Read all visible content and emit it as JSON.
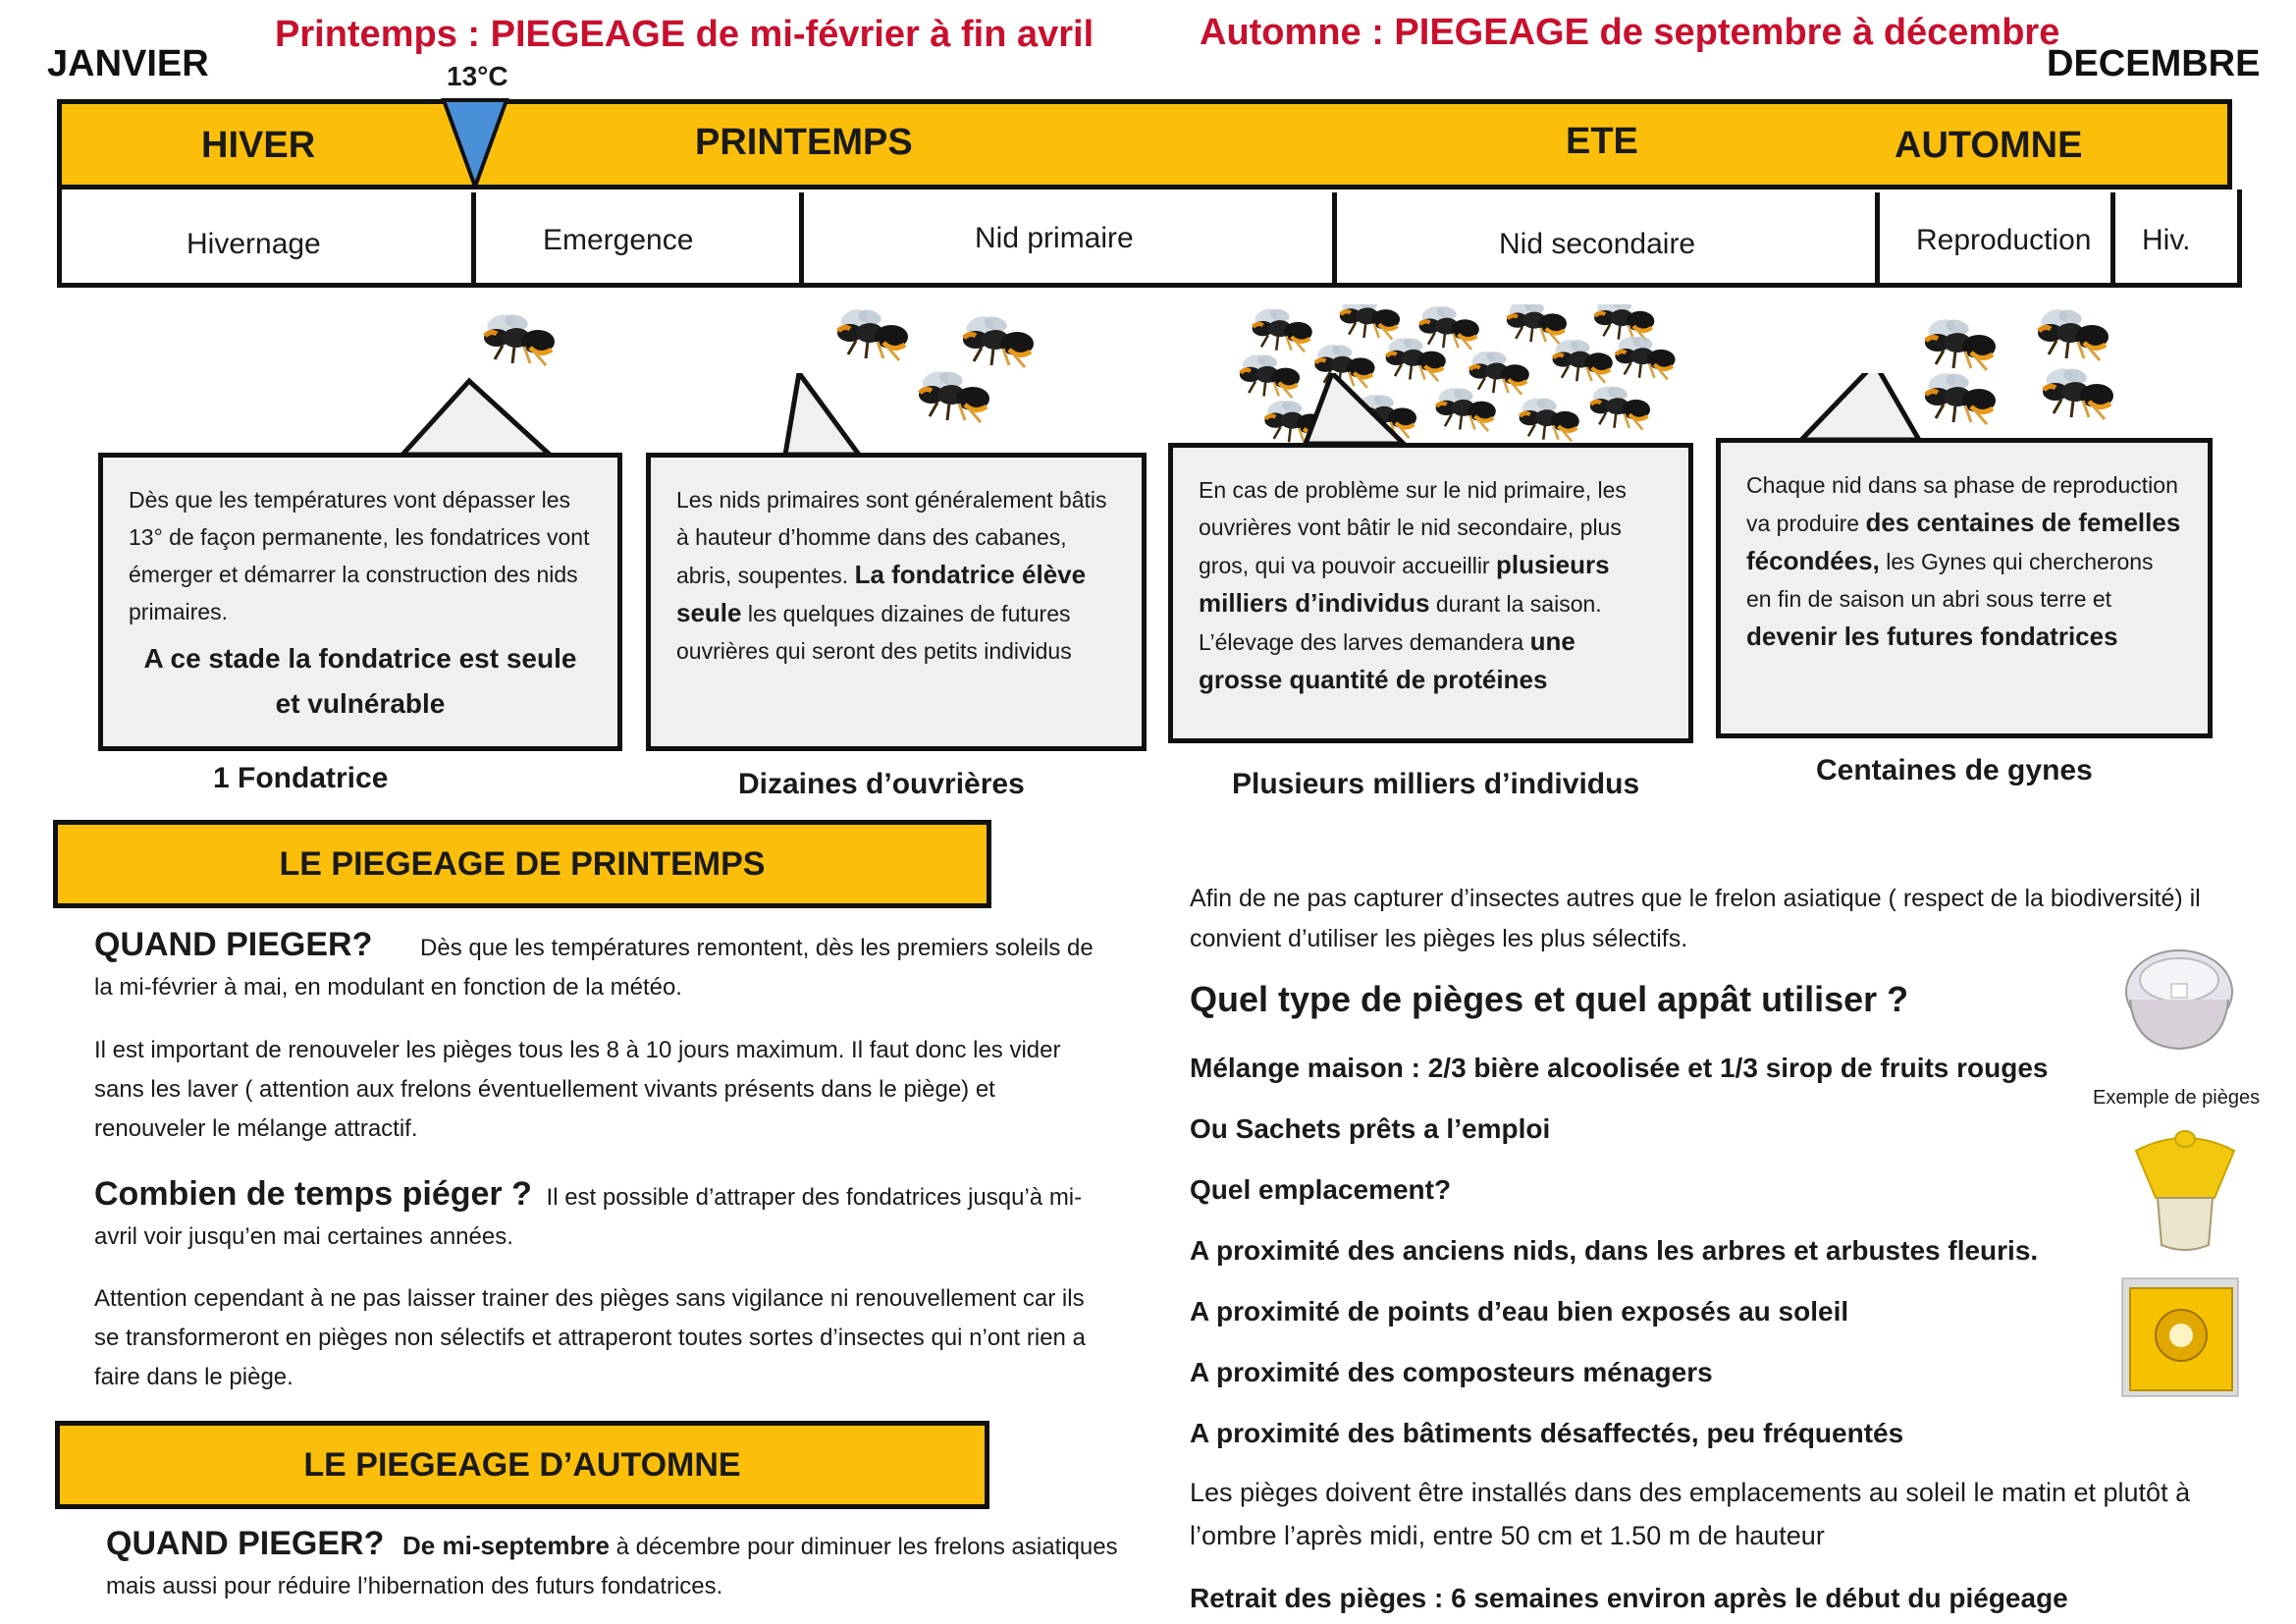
{
  "header": {
    "spring_title": "Printemps : PIEGEAGE  de mi-février à fin avril",
    "autumn_title": "Automne :  PIEGEAGE de septembre à décembre",
    "month_start": "JANVIER",
    "month_end": "DECEMBRE",
    "temp_marker": "13°C"
  },
  "seasons": [
    "HIVER",
    "PRINTEMPS",
    "ETE",
    "AUTOMNE"
  ],
  "phases": [
    "Hivernage",
    "Emergence",
    "Nid primaire",
    "Nid secondaire",
    "Reproduction",
    "Hiv."
  ],
  "boxes": {
    "b1": {
      "p1": "Dès que  les températures vont dépasser les 13° de façon permanente, les fondatrices vont émerger et démarrer la construction des nids primaires.",
      "p2": "A ce stade la fondatrice est seule et vulnérable"
    },
    "b2": {
      "s1": "Les nids primaires sont généralement bâtis à hauteur d’homme dans des cabanes, abris, soupentes. ",
      "s2": "La fondatrice élève seule",
      "s3": " les quelques dizaines de futures ouvrières qui seront des petits individus"
    },
    "b3": {
      "s1": "En cas de problème sur le nid primaire, les ouvrières vont bâtir le nid secondaire, plus gros, qui va pouvoir accueillir ",
      "s2": "plusieurs milliers d’individus",
      "s3": " durant la saison. L’élevage des larves demandera ",
      "s4": "une grosse quantité de protéines"
    },
    "b4": {
      "s1": "Chaque nid dans sa phase de reproduction va produire ",
      "s2": "des centaines de femelles fécondées,",
      "s3": " les Gynes qui chercherons en fin de saison un abri sous terre et ",
      "s4": "devenir les futures fondatrices"
    }
  },
  "captions": [
    "1 Fondatrice",
    "Dizaines d’ouvrières",
    "Plusieurs milliers d’individus",
    "Centaines de gynes"
  ],
  "spring": {
    "bar": "LE PIEGEAGE DE PRINTEMPS",
    "q1": "QUAND PIEGER?",
    "q1_text": "Dès que les températures remontent, dès les premiers soleils de la mi-février à mai,  en modulant en fonction de la météo.",
    "p2": "Il est important de renouveler les pièges tous les 8 à 10 jours maximum. Il faut donc les vider sans les laver ( attention aux frelons éventuellement vivants présents dans le piège) et renouveler le mélange attractif.",
    "q2": "Combien de temps piéger ?",
    "q2_text": "Il est possible d’attraper des fondatrices jusqu’à mi-avril voir jusqu’en mai certaines années.",
    "p4": "Attention cependant à ne pas laisser trainer des pièges sans vigilance ni renouvellement car ils se transformeront en pièges non sélectifs et attraperont toutes sortes d’insectes qui n’ont rien a faire dans le piège."
  },
  "autumn": {
    "bar": "LE PIEGEAGE D’AUTOMNE",
    "q1": "QUAND PIEGER?",
    "q1_bold": "De mi-septembre",
    "q1_text": " à décembre  pour diminuer les frelons asiatiques mais aussi pour réduire l’hibernation des futurs fondatrices."
  },
  "right": {
    "intro": "Afin de ne pas capturer d’insectes autres que le frelon asiatique ( respect de la biodiversité) il convient d’utiliser les pièges les plus sélectifs.",
    "heading": "Quel type de pièges et quel appât utiliser ?",
    "l1": "Mélange maison : 2/3 bière alcoolisée et 1/3  sirop de fruits rouges",
    "l2": "Ou Sachets prêts a l’emploi",
    "l3": "Quel emplacement?",
    "l4": "A proximité des anciens nids, dans les arbres et arbustes fleuris.",
    "l5": "A proximité de points d’eau bien exposés au soleil",
    "l6": "A proximité des composteurs ménagers",
    "l7": "A proximité des bâtiments désaffectés, peu fréquentés",
    "p8": "Les pièges doivent être installés dans des emplacements au soleil le matin et plutôt à l’ombre l’après midi, entre 50 cm et 1.50 m de hauteur",
    "l9": "Retrait des pièges : 6 semaines environ après le début du piégeage",
    "trap_caption": "Exemple de pièges"
  },
  "colors": {
    "accent": "#fbbf0b",
    "title_red": "#c8102e",
    "marker_blue": "#4a90d9",
    "box_gray": "#f0f0f0"
  },
  "icons": [
    "hornet-icon",
    "trap-clear-icon",
    "trap-yellow-bag-icon",
    "trap-yellow-box-icon",
    "temperature-marker-icon"
  ]
}
